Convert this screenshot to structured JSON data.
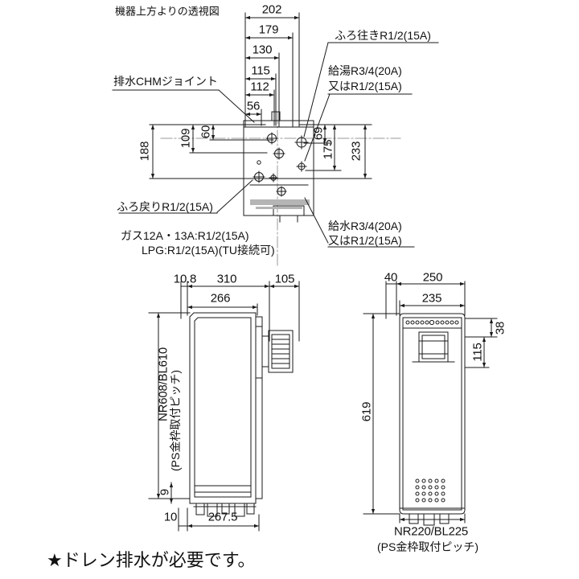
{
  "figures": {
    "top_view": {
      "caption": "機器上方よりの透視図",
      "callouts": {
        "drain_joint": "排水CHMジョイント",
        "bath_out": "ふろ往きR1/2(15A)",
        "hot_water_1": "給湯R3/4(20A)",
        "hot_water_2": "又はR1/2(15A)",
        "bath_return": "ふろ戻りR1/2(15A)",
        "gas_1": "ガス12A・13A:R1/2(15A)",
        "gas_2": "LPG:R1/2(15A)(TU接続可)",
        "water_1": "給水R3/4(20A)",
        "water_2": "又はR1/2(15A)"
      },
      "dims": {
        "d202": "202",
        "d179": "179",
        "d130": "130",
        "d115": "115",
        "d112": "112",
        "d56": "56",
        "d188": "188",
        "d109": "109",
        "d60": "60",
        "d69": "69",
        "d175": "175",
        "d233": "233"
      }
    },
    "side_view": {
      "dims": {
        "d10_8": "10.8",
        "d310": "310",
        "d105": "105",
        "d266": "266",
        "d9": "9",
        "d10": "10",
        "d267_5": "267.5"
      },
      "pitch_label_1": "NR608/BL610",
      "pitch_label_2": "(PS金枠取付ピッチ)"
    },
    "front_view": {
      "dims": {
        "d40": "40",
        "d250": "250",
        "d235": "235",
        "d38": "38",
        "d115": "115",
        "d619": "619"
      },
      "pitch_label_1": "NR220/BL225",
      "pitch_label_2": "(PS金枠取付ピッチ)"
    }
  },
  "footnote": "★ドレン排水が必要です。",
  "colors": {
    "line": "#1a1a1a",
    "shade": "#b5b5b5",
    "center_line": "#9a9a9a",
    "background": "#ffffff"
  }
}
